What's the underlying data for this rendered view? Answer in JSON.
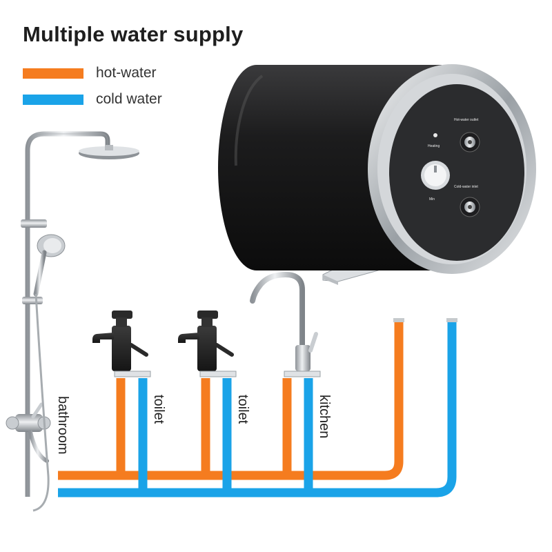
{
  "title": "Multiple water supply",
  "legend": [
    {
      "label": "hot-water",
      "color": "#f57c1f"
    },
    {
      "label": "cold water",
      "color": "#1aa3e8"
    }
  ],
  "fixtures": {
    "shower": "bathroom",
    "faucet_1": "toilet",
    "faucet_2": "toilet",
    "faucet_3": "kitchen"
  },
  "heater": {
    "hot_outlet_label": "Hot-water outlet",
    "cold_inlet_label": "Cold-water inlet",
    "heating_label": "Heating",
    "min_label": "Min"
  },
  "colors": {
    "hot_pipe": "#f57c1f",
    "cold_pipe": "#1aa3e8",
    "heater_body": "#1b1b1b",
    "chrome": "#c4c8cc"
  }
}
